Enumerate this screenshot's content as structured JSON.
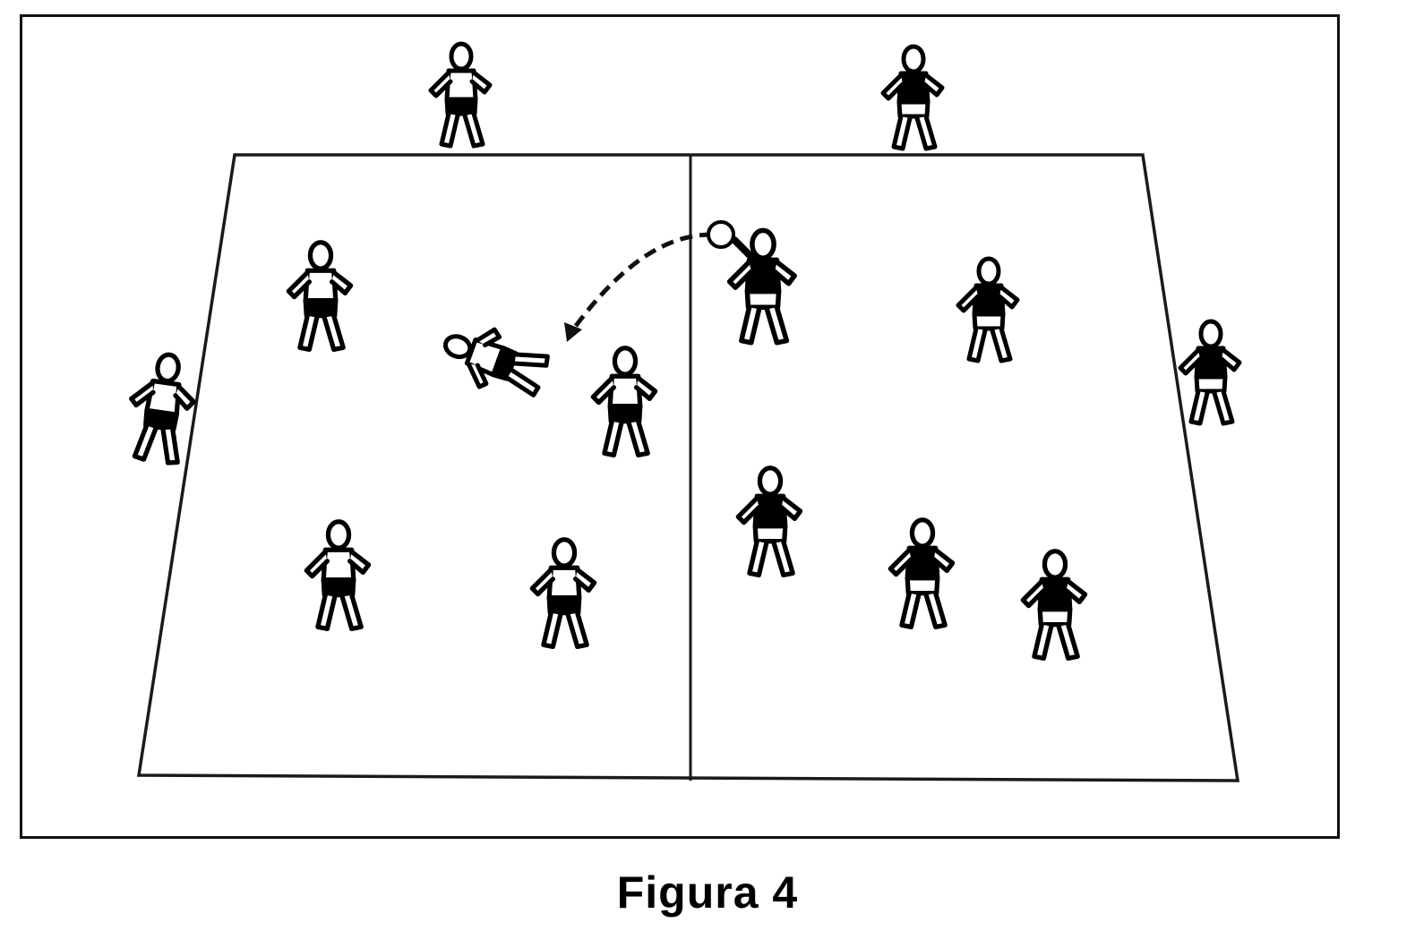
{
  "figure": {
    "caption": "Figura 4"
  },
  "court": {
    "line_color": "#1a1a1a"
  },
  "team_left_color": "#ffffff",
  "team_right_color": "#000000",
  "players_left": [
    {
      "team": "white",
      "pose": "running"
    },
    {
      "team": "white",
      "pose": "diving"
    },
    {
      "team": "white",
      "pose": "ready"
    },
    {
      "team": "white",
      "pose": "standing"
    },
    {
      "team": "white",
      "pose": "running"
    },
    {
      "team": "white",
      "pose": "side-standing"
    }
  ],
  "players_right": [
    {
      "team": "black",
      "pose": "throwing"
    },
    {
      "team": "black",
      "pose": "running"
    },
    {
      "team": "black",
      "pose": "standing"
    },
    {
      "team": "black",
      "pose": "running"
    },
    {
      "team": "black",
      "pose": "ready"
    },
    {
      "team": "black",
      "pose": "side-standing"
    }
  ],
  "outside_players": [
    {
      "team": "white",
      "position": "top-left"
    },
    {
      "team": "black",
      "position": "top-right"
    }
  ],
  "ball_trajectory": {
    "style": "dashed-arrow"
  }
}
